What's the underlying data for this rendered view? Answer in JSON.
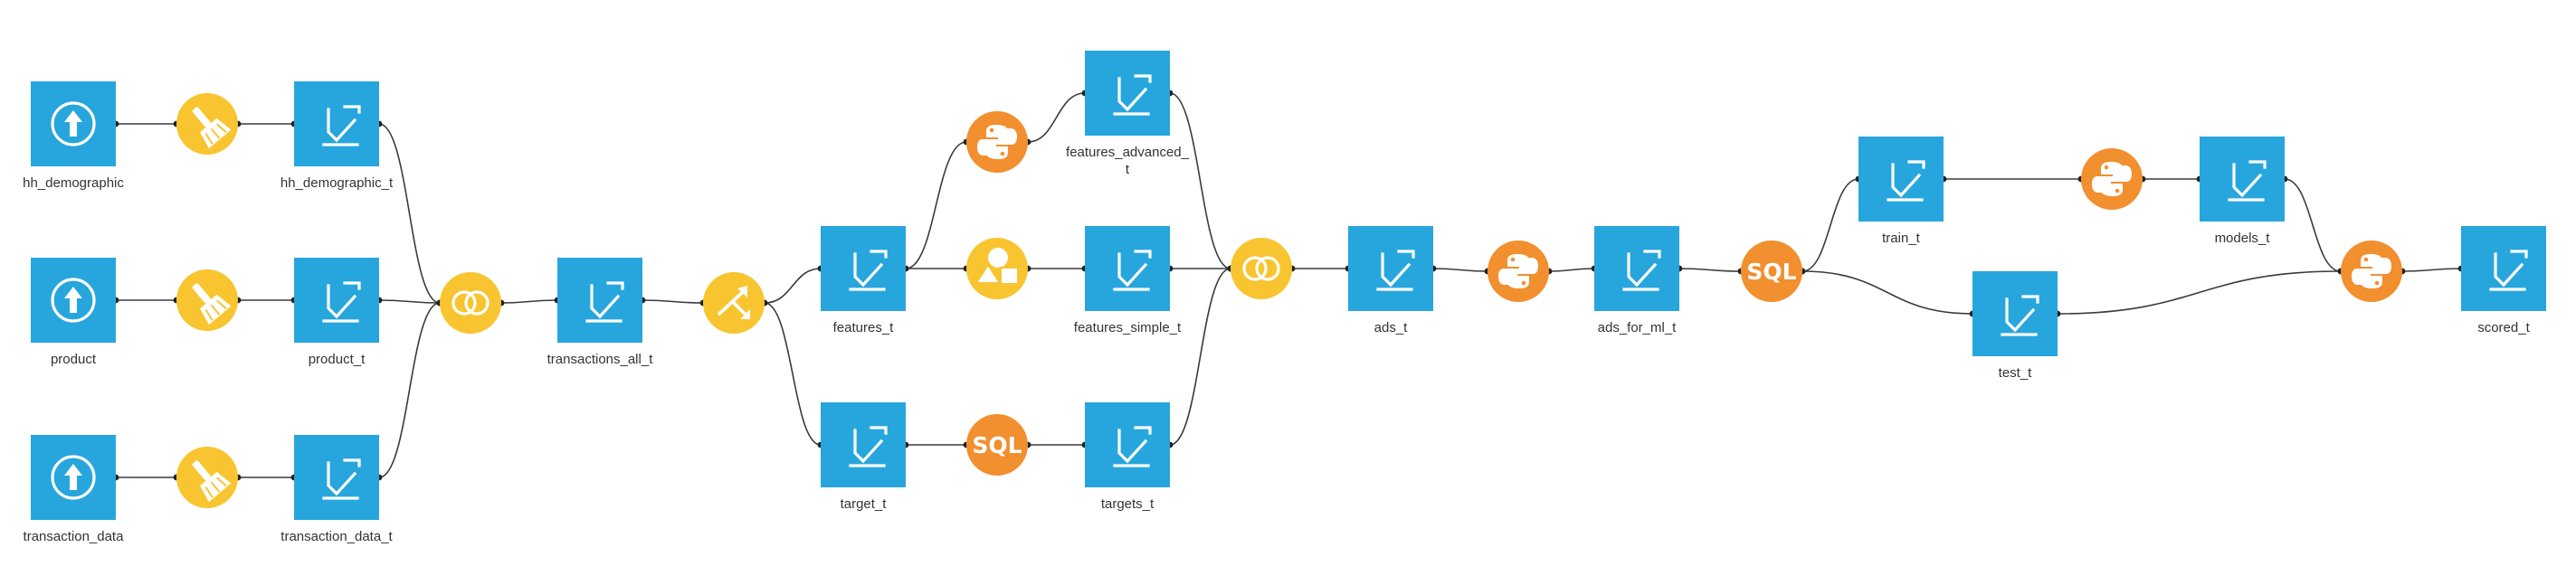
{
  "colors": {
    "dataset": "#27a6dd",
    "visual_recipe": "#f8c530",
    "code_recipe": "#f28f2e",
    "edge": "#3a3a3a",
    "label": "#333333"
  },
  "nodes": [
    {
      "id": "hh_demographic",
      "kind": "upload-dataset",
      "label": "hh_demographic"
    },
    {
      "id": "product",
      "kind": "upload-dataset",
      "label": "product"
    },
    {
      "id": "transaction_data",
      "kind": "upload-dataset",
      "label": "transaction_data"
    },
    {
      "id": "prep_hh",
      "kind": "prepare-recipe",
      "label": ""
    },
    {
      "id": "prep_product",
      "kind": "prepare-recipe",
      "label": ""
    },
    {
      "id": "prep_trans",
      "kind": "prepare-recipe",
      "label": ""
    },
    {
      "id": "hh_demographic_t",
      "kind": "dataset",
      "label": "hh_demographic_t"
    },
    {
      "id": "product_t",
      "kind": "dataset",
      "label": "product_t"
    },
    {
      "id": "transaction_data_t",
      "kind": "dataset",
      "label": "transaction_data_t"
    },
    {
      "id": "join1",
      "kind": "join-recipe",
      "label": ""
    },
    {
      "id": "transactions_all_t",
      "kind": "dataset",
      "label": "transactions_all_t"
    },
    {
      "id": "split1",
      "kind": "split-recipe",
      "label": ""
    },
    {
      "id": "features_t",
      "kind": "dataset",
      "label": "features_t"
    },
    {
      "id": "target_t",
      "kind": "dataset",
      "label": "target_t"
    },
    {
      "id": "py_adv",
      "kind": "python-recipe",
      "label": ""
    },
    {
      "id": "shapes1",
      "kind": "shapes-recipe",
      "label": ""
    },
    {
      "id": "sql_target",
      "kind": "sql-recipe",
      "label": "SQL"
    },
    {
      "id": "features_advanced_t",
      "kind": "dataset",
      "label": "features_advanced_\nt"
    },
    {
      "id": "features_simple_t",
      "kind": "dataset",
      "label": "features_simple_t"
    },
    {
      "id": "targets_t",
      "kind": "dataset",
      "label": "targets_t"
    },
    {
      "id": "join2",
      "kind": "join-recipe",
      "label": ""
    },
    {
      "id": "ads_t",
      "kind": "dataset",
      "label": "ads_t"
    },
    {
      "id": "py_ads",
      "kind": "python-recipe",
      "label": ""
    },
    {
      "id": "ads_for_ml_t",
      "kind": "dataset",
      "label": "ads_for_ml_t"
    },
    {
      "id": "sql_split",
      "kind": "sql-recipe",
      "label": "SQL"
    },
    {
      "id": "train_t",
      "kind": "dataset",
      "label": "train_t"
    },
    {
      "id": "test_t",
      "kind": "dataset",
      "label": "test_t"
    },
    {
      "id": "py_train",
      "kind": "python-recipe",
      "label": ""
    },
    {
      "id": "models_t",
      "kind": "dataset",
      "label": "models_t"
    },
    {
      "id": "py_score",
      "kind": "python-recipe",
      "label": ""
    },
    {
      "id": "scored_t",
      "kind": "dataset",
      "label": "scored_t"
    }
  ],
  "edges": [
    [
      "hh_demographic",
      "prep_hh"
    ],
    [
      "prep_hh",
      "hh_demographic_t"
    ],
    [
      "product",
      "prep_product"
    ],
    [
      "prep_product",
      "product_t"
    ],
    [
      "transaction_data",
      "prep_trans"
    ],
    [
      "prep_trans",
      "transaction_data_t"
    ],
    [
      "hh_demographic_t",
      "join1"
    ],
    [
      "product_t",
      "join1"
    ],
    [
      "transaction_data_t",
      "join1"
    ],
    [
      "join1",
      "transactions_all_t"
    ],
    [
      "transactions_all_t",
      "split1"
    ],
    [
      "split1",
      "features_t"
    ],
    [
      "split1",
      "target_t"
    ],
    [
      "features_t",
      "py_adv"
    ],
    [
      "py_adv",
      "features_advanced_t"
    ],
    [
      "features_t",
      "shapes1"
    ],
    [
      "shapes1",
      "features_simple_t"
    ],
    [
      "target_t",
      "sql_target"
    ],
    [
      "sql_target",
      "targets_t"
    ],
    [
      "features_advanced_t",
      "join2"
    ],
    [
      "features_simple_t",
      "join2"
    ],
    [
      "targets_t",
      "join2"
    ],
    [
      "join2",
      "ads_t"
    ],
    [
      "ads_t",
      "py_ads"
    ],
    [
      "py_ads",
      "ads_for_ml_t"
    ],
    [
      "ads_for_ml_t",
      "sql_split"
    ],
    [
      "sql_split",
      "train_t"
    ],
    [
      "sql_split",
      "test_t"
    ],
    [
      "train_t",
      "py_train"
    ],
    [
      "py_train",
      "models_t"
    ],
    [
      "models_t",
      "py_score"
    ],
    [
      "test_t",
      "py_score"
    ],
    [
      "py_score",
      "scored_t"
    ]
  ]
}
